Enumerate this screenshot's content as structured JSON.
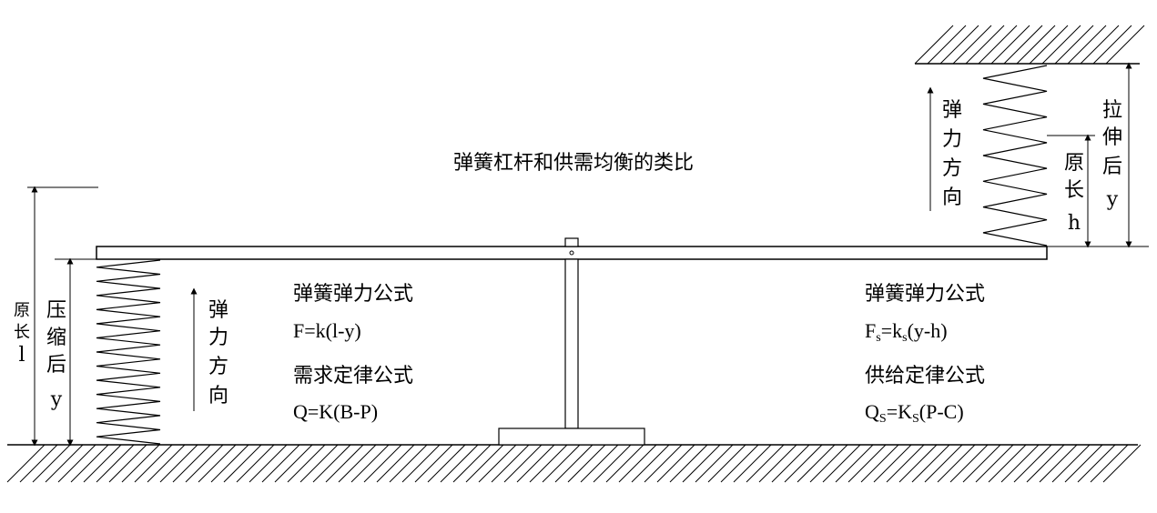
{
  "title": "弹簧杠杆和供需均衡的类比",
  "left": {
    "original_length_label": [
      "原",
      "长",
      "l"
    ],
    "compressed_label": [
      "压",
      "缩",
      "后",
      "y"
    ],
    "force_direction_label": [
      "弹",
      "力",
      "方",
      "向"
    ],
    "spring_formula_title": "弹簧弹力公式",
    "spring_formula": "F=k(l-y)",
    "demand_title": "需求定律公式",
    "demand_formula": "Q=K(B-P)"
  },
  "right": {
    "force_direction_label": [
      "弹",
      "力",
      "方",
      "向"
    ],
    "original_length_label": [
      "原",
      "长",
      "h"
    ],
    "stretched_label": [
      "拉",
      "伸",
      "后",
      "y"
    ],
    "spring_formula_title": "弹簧弹力公式",
    "spring_formula_parts": {
      "F": "F",
      "s1": "s",
      "eq": "=k",
      "s2": "s",
      "rest": "(y-h)"
    },
    "supply_title": "供给定律公式",
    "supply_formula_parts": {
      "Q": "Q",
      "s1": "S",
      "eq": "=K",
      "s2": "S",
      "rest": "(P-C)"
    }
  }
}
